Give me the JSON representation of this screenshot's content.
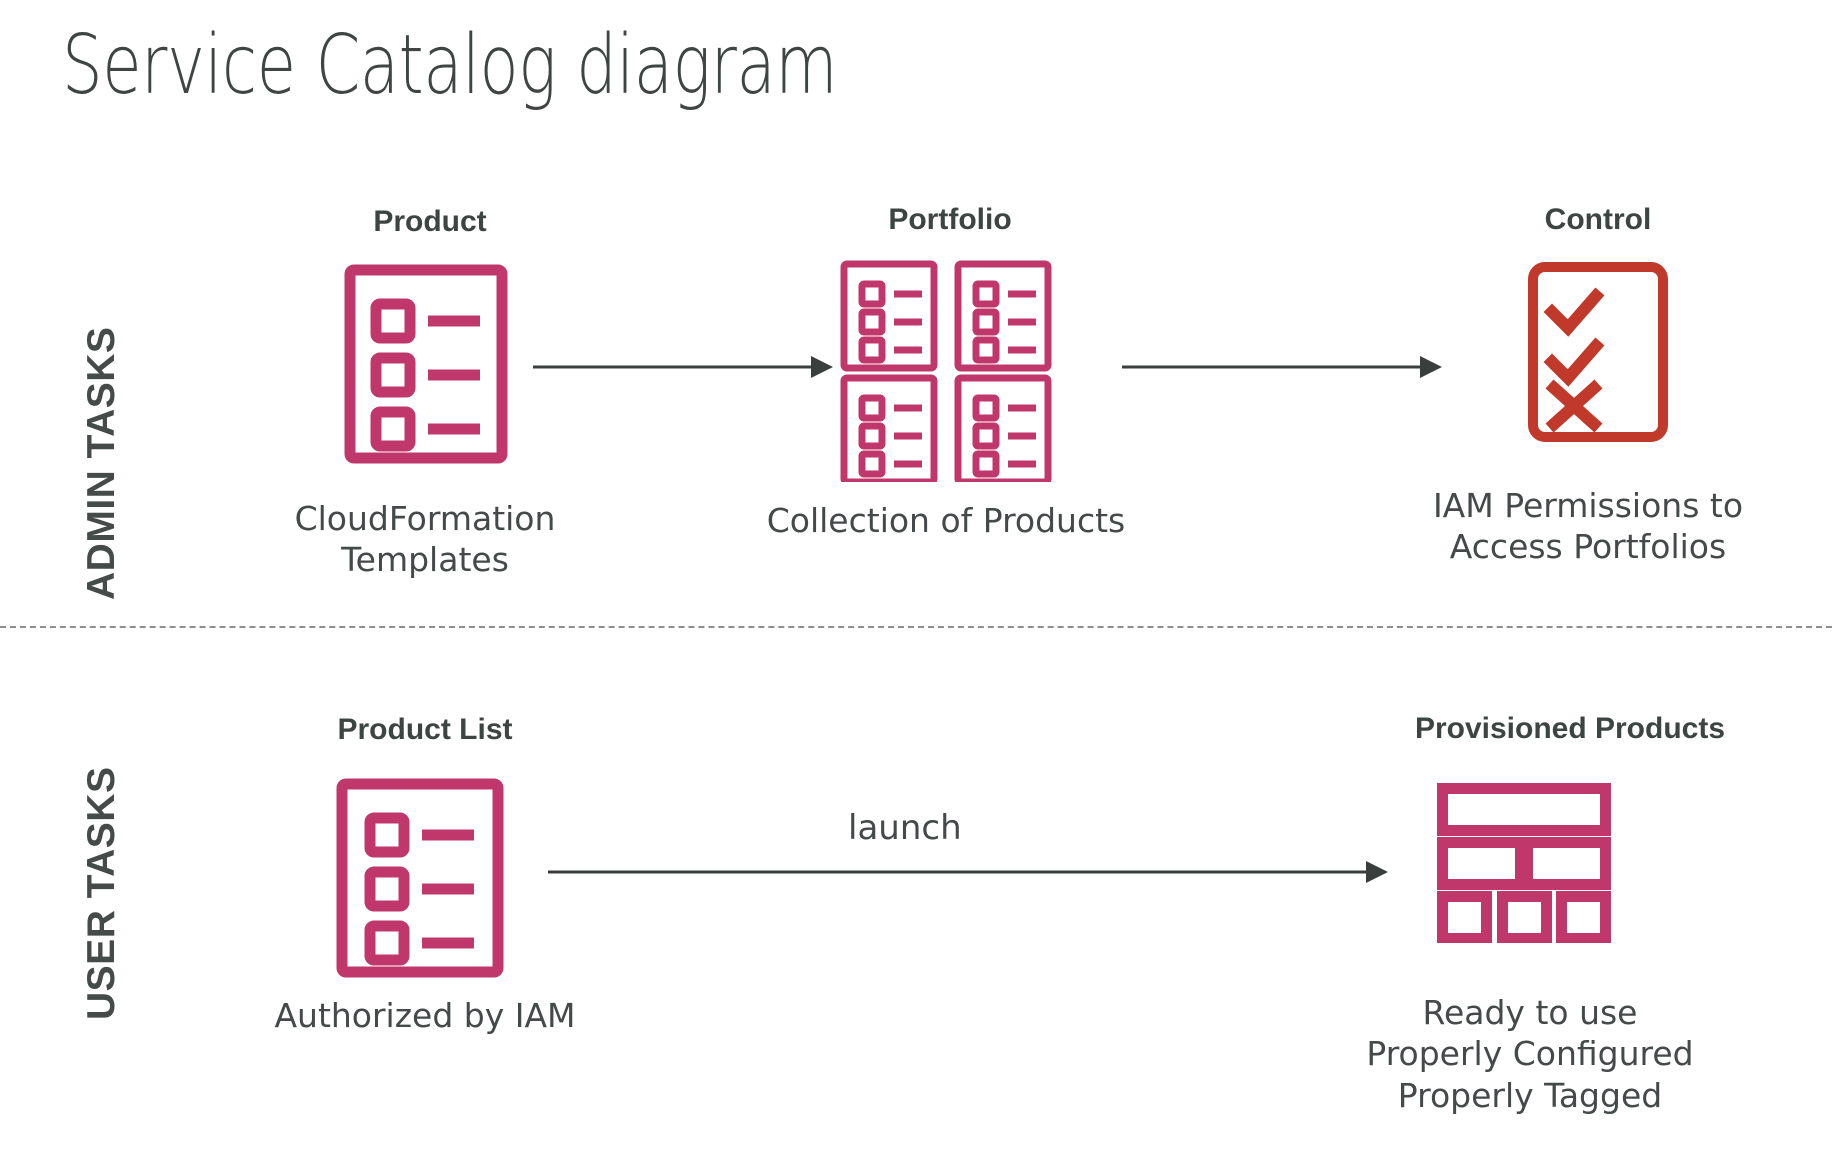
{
  "title": "Service Catalog diagram",
  "colors": {
    "crimson": "#C0386B",
    "red": "#C0392B",
    "text_dark": "#3d4543",
    "caption": "#44494a",
    "arrow": "#3a3f3e",
    "divider": "#8c8f8e",
    "background": "#ffffff"
  },
  "bands": [
    {
      "id": "admin",
      "label": "ADMIN TASKS"
    },
    {
      "id": "user",
      "label": "USER TASKS"
    }
  ],
  "admin": {
    "nodes": [
      {
        "id": "product",
        "heading": "Product",
        "caption": "CloudFormation\nTemplates",
        "icon": "product-list-icon",
        "icon_color": "#C0386B"
      },
      {
        "id": "portfolio",
        "heading": "Portfolio",
        "caption": "Collection of Products",
        "icon": "portfolio-grid-icon",
        "icon_color": "#C0386B"
      },
      {
        "id": "control",
        "heading": "Control",
        "caption": "IAM Permissions to\nAccess Portfolios",
        "icon": "checklist-control-icon",
        "icon_color": "#C0392B"
      }
    ],
    "arrows": [
      {
        "id": "product-to-portfolio",
        "label": ""
      },
      {
        "id": "portfolio-to-control",
        "label": ""
      }
    ]
  },
  "user": {
    "nodes": [
      {
        "id": "product-list",
        "heading": "Product List",
        "caption": "Authorized by IAM",
        "icon": "product-list-icon",
        "icon_color": "#C0386B"
      },
      {
        "id": "provisioned-products",
        "heading": "Provisioned Products",
        "caption": "Ready to use\nProperly Configured\nProperly Tagged",
        "icon": "provisioned-blocks-icon",
        "icon_color": "#C0386B"
      }
    ],
    "arrows": [
      {
        "id": "launch-arrow",
        "label": "launch"
      }
    ]
  },
  "watermark": ""
}
